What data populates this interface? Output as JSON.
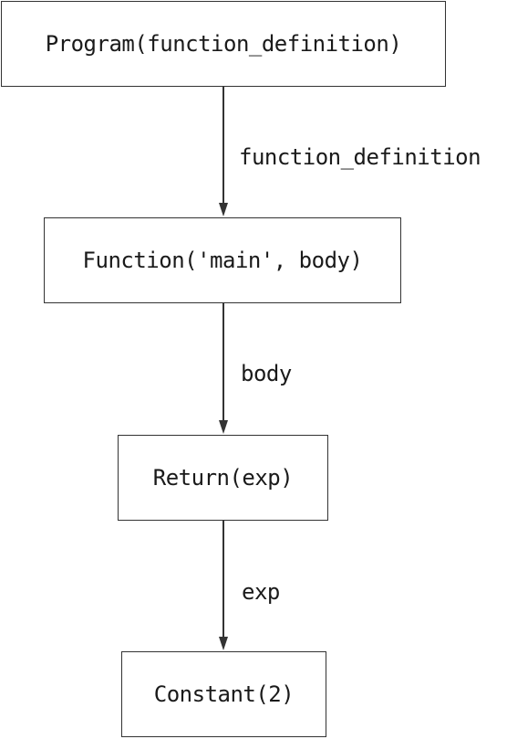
{
  "nodes": {
    "program": "Program(function_definition)",
    "function": "Function('main', body)",
    "return": "Return(exp)",
    "constant": "Constant(2)"
  },
  "edges": {
    "program_to_function": "function_definition",
    "function_to_return": "body",
    "return_to_constant": "exp"
  },
  "colors": {
    "stroke": "#333333",
    "text": "#1a1a1a",
    "background": "#ffffff"
  }
}
